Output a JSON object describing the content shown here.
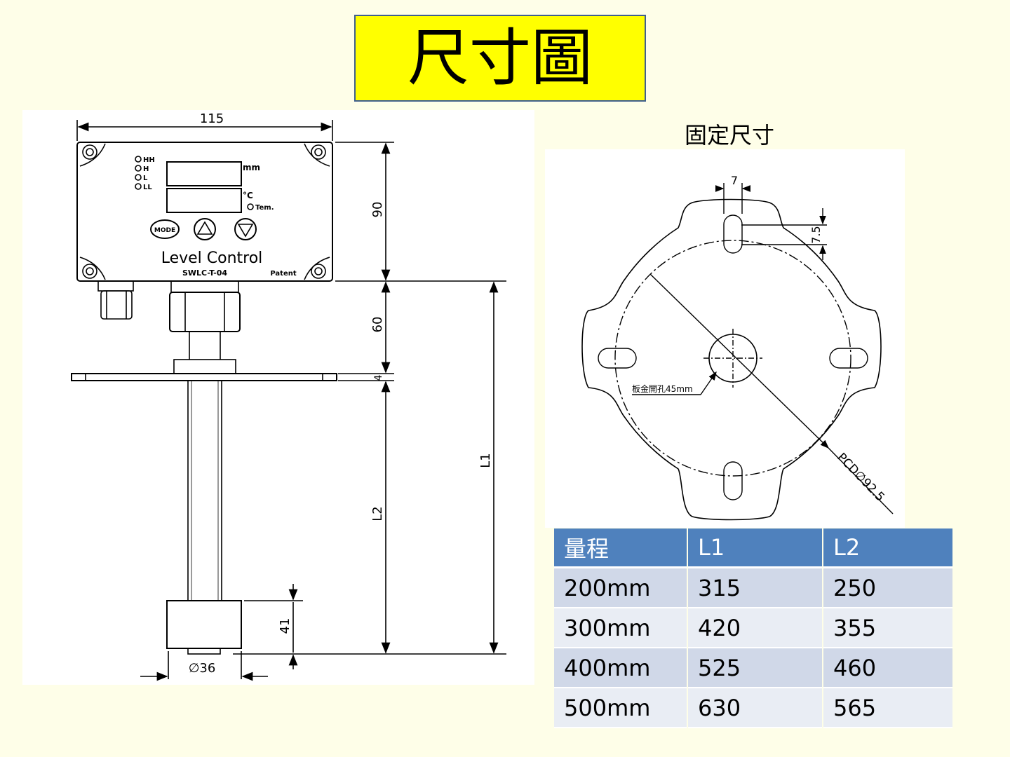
{
  "title": "尺寸圖",
  "side_view": {
    "dim_width": "115",
    "dim_box_height": "90",
    "dim_neck": "60",
    "dim_flange": "4",
    "dim_l1": "L1",
    "dim_l2": "L2",
    "dim_float_height": "41",
    "dim_float_dia": "∅36",
    "indicators": [
      "HH",
      "H",
      "L",
      "LL"
    ],
    "unit_mm": "mm",
    "unit_c": "°C",
    "temp_label": "Tem.",
    "mode_button": "MODE",
    "product_name": "Level Control",
    "model": "SWLC-T-04",
    "patent": "Patent"
  },
  "flange_view": {
    "caption": "固定尺寸",
    "dim_slot_width": "7",
    "dim_slot_length": "7.5",
    "hole_label": "板金開孔45mm",
    "pcd_label": "PCD∅92.5"
  },
  "table": {
    "headers": [
      "量程",
      "L1",
      "L2"
    ],
    "rows": [
      [
        "200mm",
        "315",
        "250"
      ],
      [
        "300mm",
        "420",
        "355"
      ],
      [
        "400mm",
        "525",
        "460"
      ],
      [
        "500mm",
        "630",
        "565"
      ]
    ]
  },
  "colors": {
    "title_bg": "#ffff00",
    "table_header": "#4f81bd",
    "row_odd": "#d0d8e8",
    "row_even": "#e9edf4"
  }
}
